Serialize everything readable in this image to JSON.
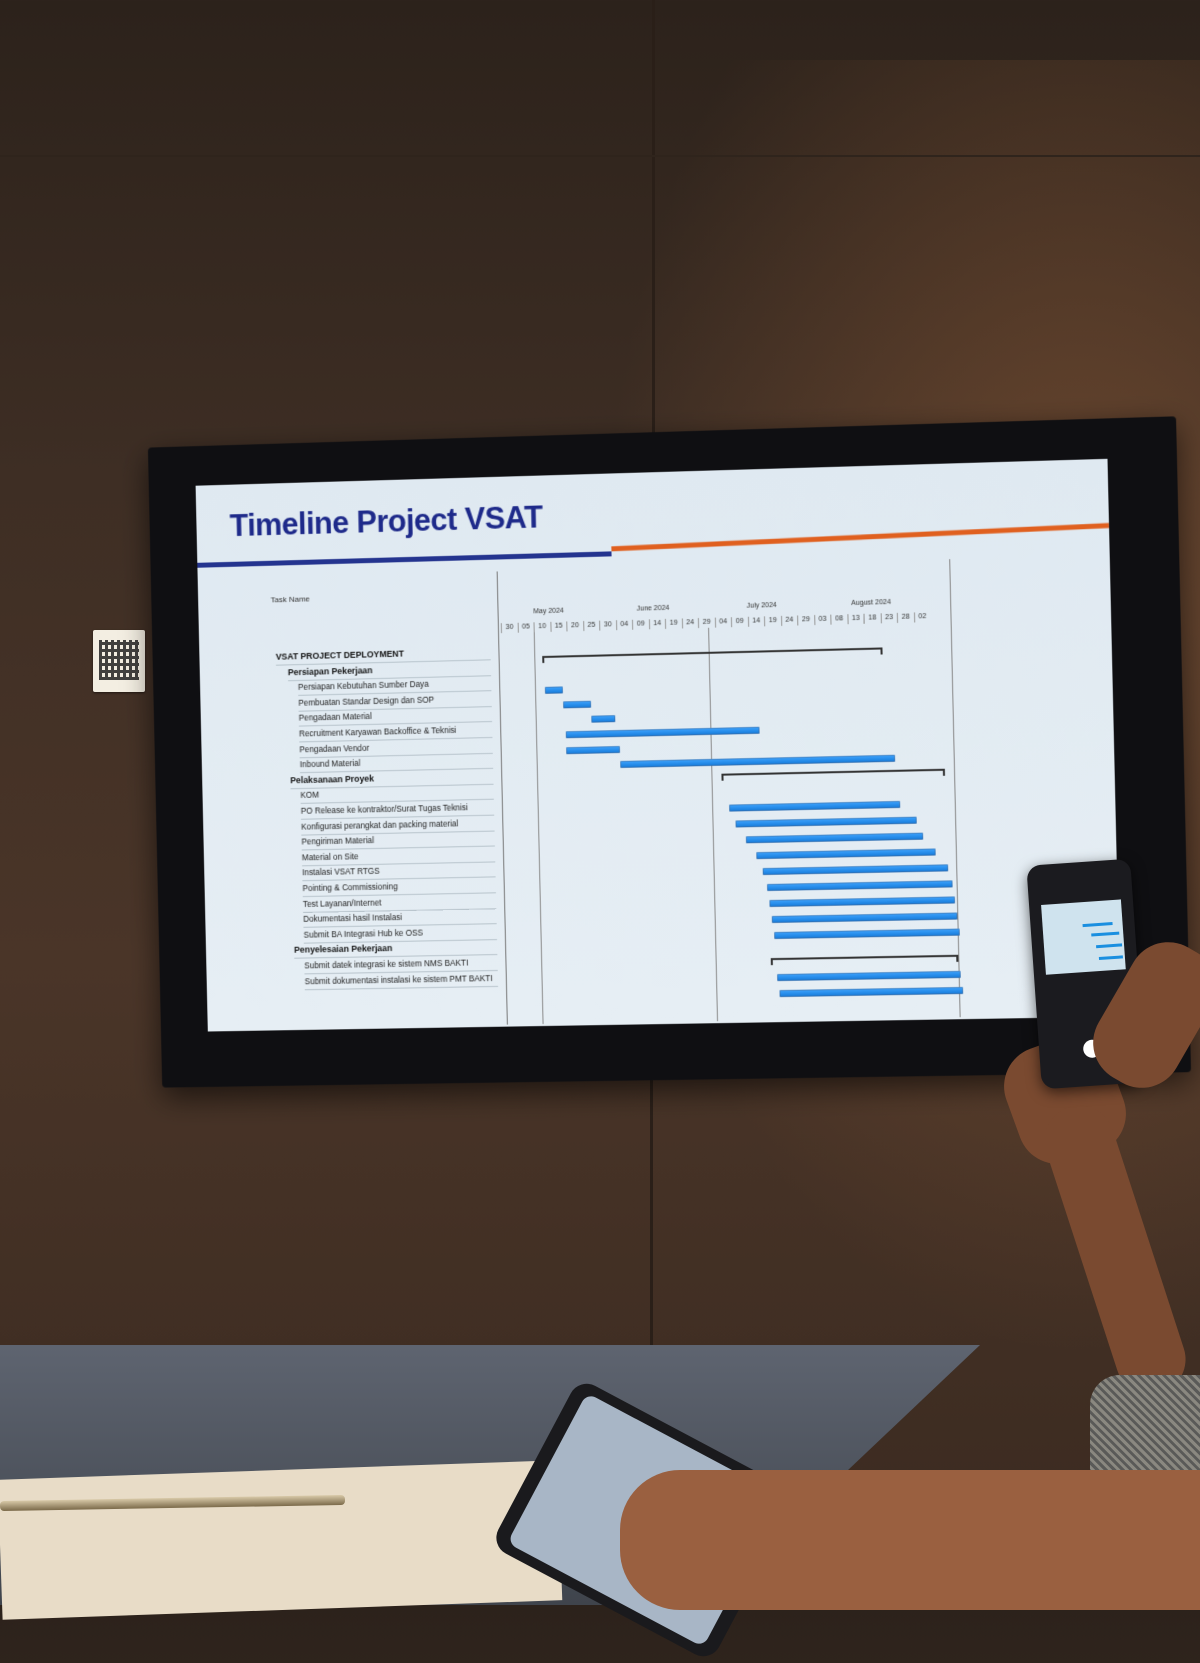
{
  "slide": {
    "title": "Timeline Project VSAT",
    "task_header": "Task Name",
    "months": [
      "May 2024",
      "June 2024",
      "July 2024",
      "August 2024"
    ],
    "days": [
      "30",
      "05",
      "10",
      "15",
      "20",
      "25",
      "30",
      "04",
      "09",
      "14",
      "19",
      "24",
      "29",
      "04",
      "09",
      "14",
      "19",
      "24",
      "29",
      "03",
      "08",
      "13",
      "18",
      "23",
      "28",
      "02"
    ],
    "tasks": [
      {
        "label": "VSAT PROJECT DEPLOYMENT",
        "summary": true
      },
      {
        "label": "Persiapan Pekerjaan",
        "summary": true
      },
      {
        "label": "Persiapan Kebutuhan Sumber Daya"
      },
      {
        "label": "Pembuatan Standar Design dan SOP"
      },
      {
        "label": "Pengadaan Material"
      },
      {
        "label": "Recruitment Karyawan Backoffice & Teknisi"
      },
      {
        "label": "Pengadaan Vendor"
      },
      {
        "label": "Inbound Material"
      },
      {
        "label": "Pelaksanaan Proyek",
        "summary": true
      },
      {
        "label": "KOM"
      },
      {
        "label": "PO Release ke kontraktor/Surat Tugas Teknisi"
      },
      {
        "label": "Konfigurasi perangkat dan packing material"
      },
      {
        "label": "Pengiriman Material"
      },
      {
        "label": "Material on Site"
      },
      {
        "label": "Instalasi VSAT RTGS"
      },
      {
        "label": "Pointing & Commissioning"
      },
      {
        "label": "Test Layanan/Internet"
      },
      {
        "label": "Dokumentasi hasil Instalasi"
      },
      {
        "label": "Submit BA Integrasi Hub ke OSS"
      },
      {
        "label": "Penyelesaian Pekerjaan",
        "summary": true
      },
      {
        "label": "Submit datek integrasi ke sistem NMS BAKTI"
      },
      {
        "label": "Submit dokumentasi instalasi ke sistem PMT BAKTI"
      }
    ]
  },
  "colors": {
    "title": "#1e2a8a",
    "bar": "#1f8ae6",
    "rule_blue": "#24348f",
    "rule_orange": "#e0601f"
  }
}
